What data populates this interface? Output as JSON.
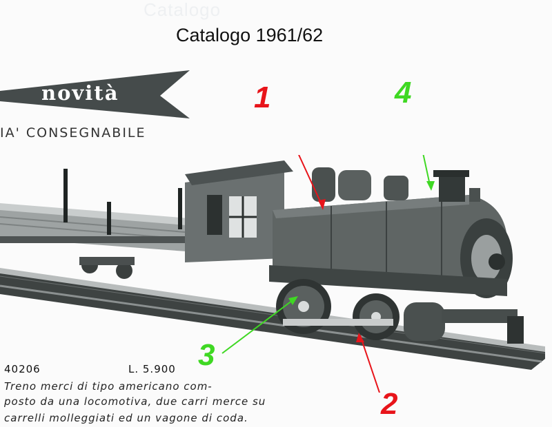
{
  "page": {
    "ghost_text": "Catalogo",
    "title": "Catalogo 1961/62"
  },
  "badge": {
    "label": "novità",
    "subtitle": "IA' CONSEGNABILE"
  },
  "product": {
    "code": "40206",
    "price": "L. 5.900",
    "description_lines": [
      "Treno merci di tipo americano com-",
      "posto da una locomotiva, due carri merce su",
      "carrelli molleggiati ed un vagone di coda."
    ]
  },
  "callouts": [
    {
      "label": "1",
      "color": "#e8141a"
    },
    {
      "label": "2",
      "color": "#e8141a"
    },
    {
      "label": "3",
      "color": "#3fd823"
    },
    {
      "label": "4",
      "color": "#3fd823"
    }
  ],
  "colors": {
    "red": "#e8141a",
    "green": "#3fd823",
    "locomotive": "#5f6564",
    "badge": "#454b4b"
  }
}
